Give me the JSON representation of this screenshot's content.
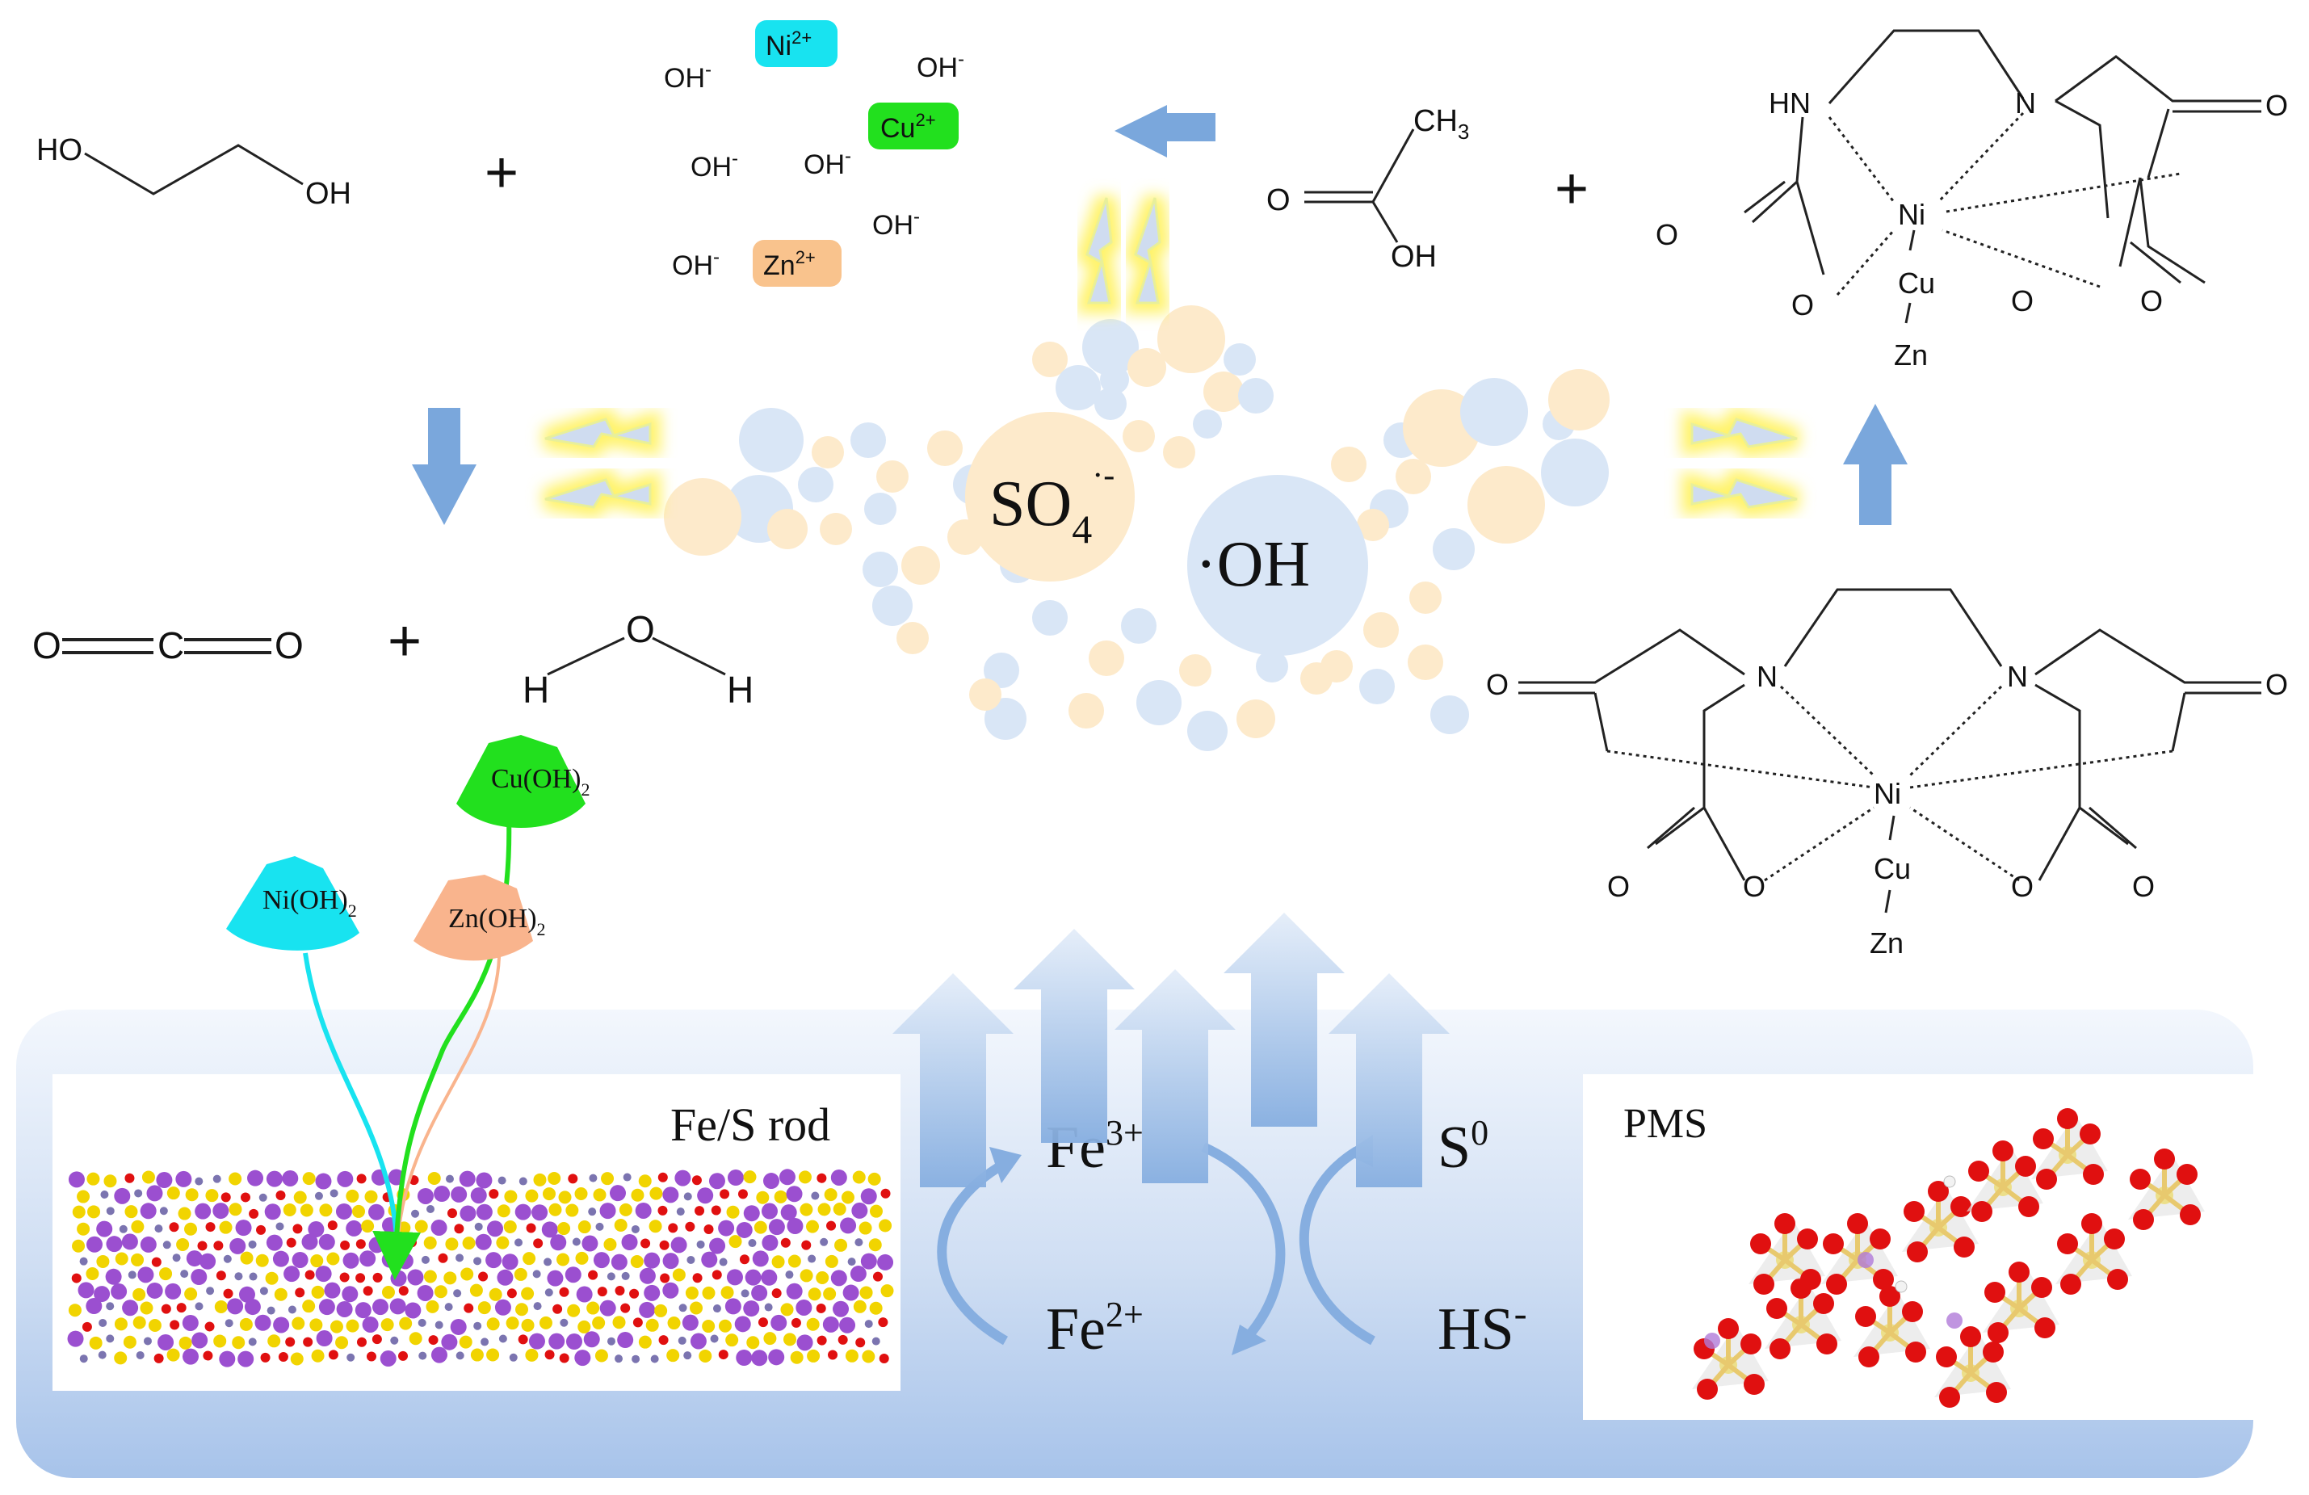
{
  "reactants_top_left": {
    "ethylene_glycol": {
      "ho": "HO",
      "oh": "OH"
    },
    "plus": "+",
    "ions": {
      "ni": "Ni",
      "ni_charge": "2+",
      "cu": "Cu",
      "cu_charge": "2+",
      "zn": "Zn",
      "zn_charge": "2+",
      "hydroxide": "OH",
      "hydroxide_charge": "-"
    },
    "ion_colors": {
      "ni": "#18e3f0",
      "cu": "#22e01e",
      "zn": "#f9c38d"
    }
  },
  "acetic_acid": {
    "ch3": "CH",
    "ch3_sub": "3",
    "o": "O",
    "oh": "OH",
    "plus": "+"
  },
  "complex_top": {
    "hn": "HN",
    "n": "N",
    "o": "O",
    "ni": "Ni",
    "cu": "Cu",
    "zn": "Zn",
    "slash": "/"
  },
  "complex_bottom": {
    "n": "N",
    "o": "O",
    "ni": "Ni",
    "cu": "Cu",
    "zn": "Zn",
    "slash": "/"
  },
  "mineralization": {
    "o": "O",
    "c": "C",
    "h": "H",
    "plus": "+"
  },
  "radicals": {
    "sulfate": "SO",
    "sulfate_sub": "4",
    "sulfate_sup": "·-",
    "hydroxyl": "·OH",
    "sulfate_color": "#fdeacb",
    "hydroxyl_color": "#d9e6f6"
  },
  "hydroxides": {
    "ni": "Ni(OH)",
    "cu": "Cu(OH)",
    "zn": "Zn(OH)",
    "sub": "2",
    "ni_color": "#18e3f0",
    "cu_color": "#22e01e",
    "zn_color": "#f9b48d"
  },
  "bottom_panel": {
    "fes_rod_label": "Fe/S rod",
    "pms_label": "PMS",
    "fe3": "Fe",
    "fe3_sup": "3+",
    "fe2": "Fe",
    "fe2_sup": "2+",
    "s0": "S",
    "s0_sup": "0",
    "hs": "HS",
    "hs_sup": "-"
  },
  "colors": {
    "arrow_blue": "#7aa7dc",
    "panel_top": "#f2f6fc",
    "panel_bottom": "#9fbde8",
    "glow": "#fff36a"
  }
}
